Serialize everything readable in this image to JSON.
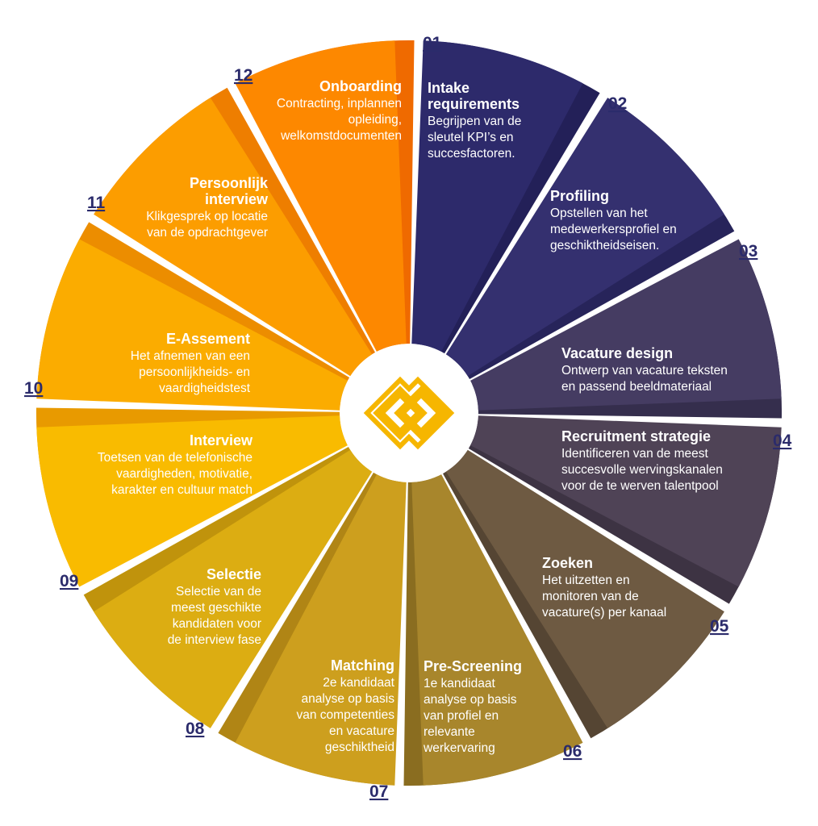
{
  "segments": [
    {
      "num": "01",
      "title": [
        "Intake",
        "requirements"
      ],
      "desc": [
        "Begrijpen van de",
        "sleutel KPI’s en",
        "succesfactoren."
      ],
      "color": "#2d2a6b",
      "shadow": "#232058"
    },
    {
      "num": "02",
      "title": [
        "Profiling"
      ],
      "desc": [
        "Opstellen van het",
        "medewerkersprofiel en",
        "geschiktheidseisen."
      ],
      "color": "#34306f",
      "shadow": "#27245a"
    },
    {
      "num": "03",
      "title": [
        "Vacature design"
      ],
      "desc": [
        "Ontwerp van vacature teksten",
        "en passend beeldmateriaal"
      ],
      "color": "#453c62",
      "shadow": "#352e4d"
    },
    {
      "num": "04",
      "title": [
        "Recruitment strategie"
      ],
      "desc": [
        "Identificeren van de meest",
        "succesvolle wervingskanalen",
        "voor de te werven talentpool"
      ],
      "color": "#4f4356",
      "shadow": "#3d3343"
    },
    {
      "num": "05",
      "title": [
        "Zoeken"
      ],
      "desc": [
        "Het uitzetten en",
        "monitoren van de",
        "vacature(s) per kanaal"
      ],
      "color": "#6e5a42",
      "shadow": "#554533"
    },
    {
      "num": "06",
      "title": [
        "Pre-Screening"
      ],
      "desc": [
        "1e kandidaat",
        "analyse op basis",
        "van profiel en",
        "relevante",
        "werkervaring"
      ],
      "color": "#a8862c",
      "shadow": "#8a6d20"
    },
    {
      "num": "07",
      "title": [
        "Matching"
      ],
      "desc": [
        "2e kandidaat",
        "analyse op basis",
        "van competenties",
        "en vacature",
        "geschiktheid"
      ],
      "color": "#cd9f1e",
      "shadow": "#b08515"
    },
    {
      "num": "08",
      "title": [
        "Selectie"
      ],
      "desc": [
        "Selectie van de",
        "meest geschikte",
        "kandidaten voor",
        "de interview fase"
      ],
      "color": "#dcad12",
      "shadow": "#c0930c"
    },
    {
      "num": "09",
      "title": [
        "Interview"
      ],
      "desc": [
        "Toetsen van de telefonische",
        "vaardigheden, motivatie,",
        "karakter en cultuur match"
      ],
      "color": "#f9bb00",
      "shadow": "#e89a00"
    },
    {
      "num": "10",
      "title": [
        "E-Assement"
      ],
      "desc": [
        "Het afnemen van een",
        "persoonlijkheids- en",
        "vaardigheidstest"
      ],
      "color": "#fbac00",
      "shadow": "#ec8d00"
    },
    {
      "num": "11",
      "title": [
        "Persoonlijk",
        "interview"
      ],
      "desc": [
        "Klikgesprek op locatie",
        "van de opdrachtgever"
      ],
      "color": "#fc9d00",
      "shadow": "#ee7e00"
    },
    {
      "num": "12",
      "title": [
        "Onboarding"
      ],
      "desc": [
        "Contracting, inplannen",
        "opleiding,",
        "welkomstdocumenten"
      ],
      "color": "#fd8800",
      "shadow": "#ef6a00"
    }
  ],
  "center": {
    "logo": "diamond-knot-logo-icon",
    "logo_color": "#f6b600",
    "background": "#ffffff"
  }
}
